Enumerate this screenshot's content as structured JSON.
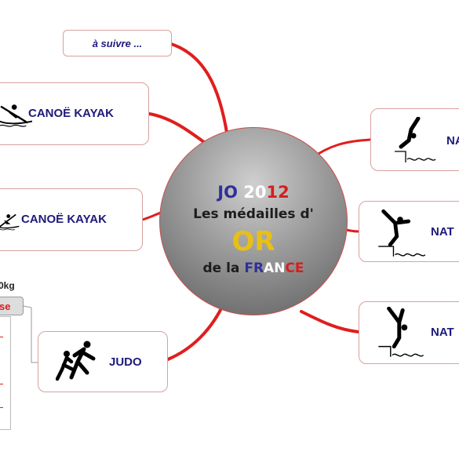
{
  "central": {
    "jo": "JO",
    "year_part1": "20",
    "year_part2": "12",
    "subtitle": "Les médailles d'",
    "or": "OR",
    "de_la": "de la",
    "fra": "FR",
    "an": "AN",
    "ce": "CE"
  },
  "branches": {
    "a_suivre": "à suivre ...",
    "canoe_kayak_1": "CANOË KAYAK",
    "canoe_kayak_2": "CANOË KAYAK",
    "judo": "JUDO",
    "natation_1": "NA",
    "natation_2": "NAT",
    "natation_3": "NAT"
  },
  "judo_sub": {
    "weight_fragment": "0kg",
    "tag_fragment": "se"
  },
  "colors": {
    "link": "#e01e1e",
    "label": "#1e1a7a",
    "or": "#e8c015",
    "france_blue": "#2f2f9c",
    "france_red": "#d61e1e"
  }
}
